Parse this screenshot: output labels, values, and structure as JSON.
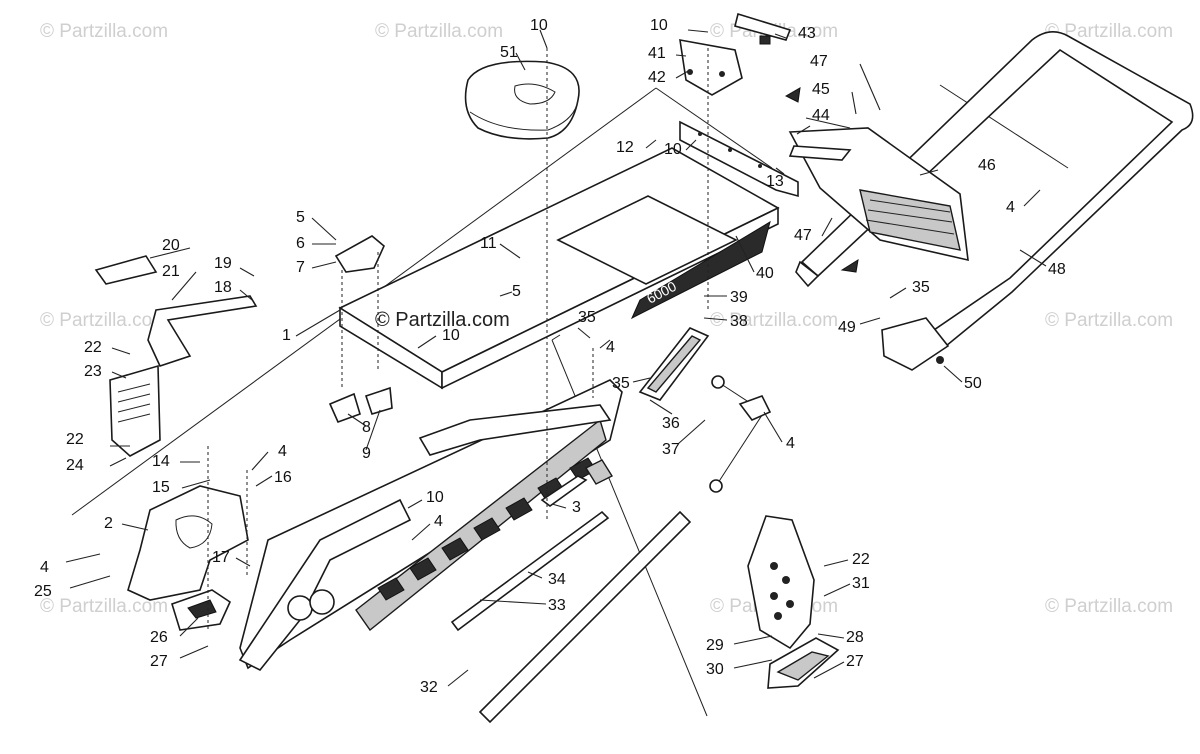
{
  "watermarks": {
    "corner": "© Partzilla.com",
    "center": "© Partzilla.com"
  },
  "callouts": {
    "c1": "1",
    "c2": "2",
    "c3": "3",
    "c4a": "4",
    "c4b": "4",
    "c4c": "4",
    "c4d": "4",
    "c4e": "4",
    "c4f": "4",
    "c5a": "5",
    "c5b": "5",
    "c6": "6",
    "c7": "7",
    "c8": "8",
    "c9": "9",
    "c10a": "10",
    "c10b": "10",
    "c10c": "10",
    "c10d": "10",
    "c10e": "10",
    "c11": "11",
    "c12": "12",
    "c13": "13",
    "c14": "14",
    "c15": "15",
    "c16": "16",
    "c17": "17",
    "c18": "18",
    "c19": "19",
    "c20": "20",
    "c21": "21",
    "c22a": "22",
    "c22b": "22",
    "c22c": "22",
    "c23": "23",
    "c24": "24",
    "c25": "25",
    "c26": "26",
    "c27a": "27",
    "c27b": "27",
    "c28": "28",
    "c29": "29",
    "c30": "30",
    "c31": "31",
    "c32": "32",
    "c33": "33",
    "c34": "34",
    "c35a": "35",
    "c35b": "35",
    "c35c": "35",
    "c36": "36",
    "c37": "37",
    "c38": "38",
    "c39": "39",
    "c40": "40",
    "c41": "41",
    "c42": "42",
    "c43": "43",
    "c44": "44",
    "c45": "45",
    "c46": "46",
    "c47a": "47",
    "c47b": "47",
    "c48": "48",
    "c49": "49",
    "c50": "50",
    "c51": "51"
  },
  "decal_text": "6000"
}
